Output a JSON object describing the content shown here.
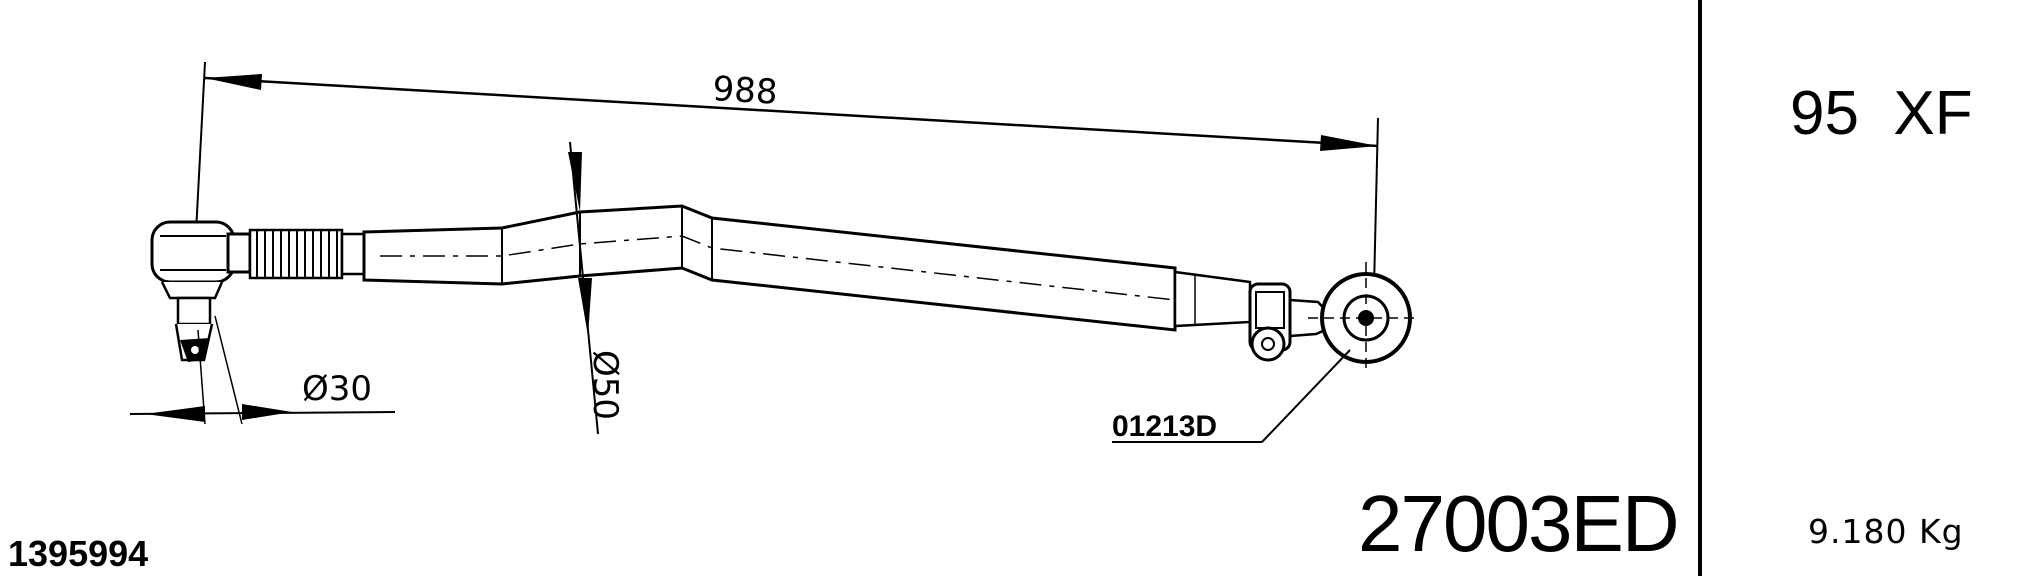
{
  "drawing": {
    "length_dim": "988",
    "diameter_left": "Ø30",
    "diameter_tube": "Ø50",
    "end_part_code": "01213D"
  },
  "info": {
    "model": "95  XF",
    "part_number": "27003ED",
    "weight": "9.180 Kg",
    "reference_number": "1395994"
  }
}
